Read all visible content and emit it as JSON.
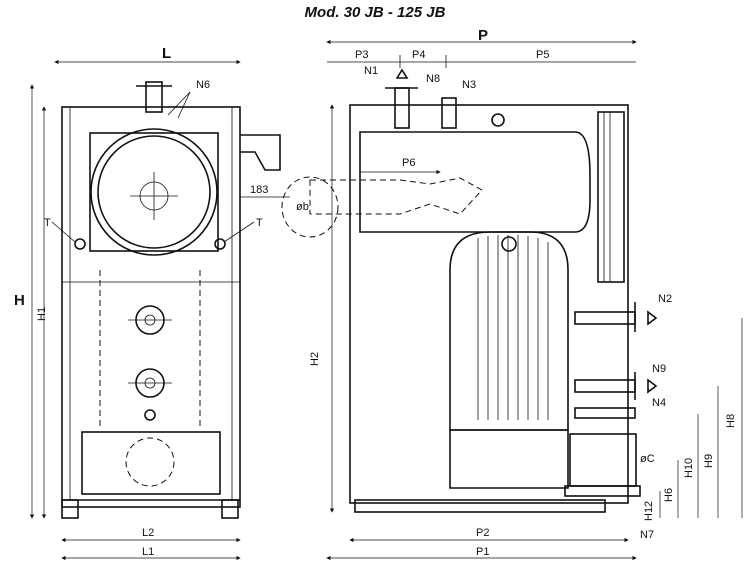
{
  "title": "Mod. 30 JB - 125 JB",
  "front_view": {
    "width_label": "L",
    "height_label": "H",
    "inner_height_label": "H1",
    "base_label_1": "L2",
    "base_label_2": "L1",
    "flue_label": "N6",
    "lift_label_left": "T",
    "lift_label_right": "T",
    "offset_value": "183"
  },
  "side_view": {
    "depth_label": "P",
    "segment_labels": [
      "P3",
      "P4",
      "P5"
    ],
    "burner_label": "P6",
    "burner_diam_label": "øb",
    "connection_labels": [
      "N1",
      "N8",
      "N3",
      "N2",
      "N9",
      "N4",
      "N7"
    ],
    "vertical_labels": [
      "H2",
      "H8",
      "H9",
      "H10",
      "H6",
      "H12"
    ],
    "chimney_diam_label": "øC",
    "base_labels": [
      "P2",
      "P1"
    ]
  }
}
